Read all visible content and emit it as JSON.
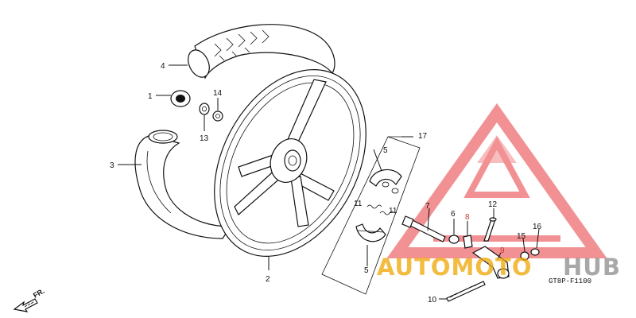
{
  "diagram": {
    "labels": {
      "part_1": "1",
      "part_2": "2",
      "part_3": "3",
      "part_4": "4",
      "part_5_top": "5",
      "part_5_bottom": "5",
      "part_6": "6",
      "part_7": "7",
      "part_8": "8",
      "part_9": "9",
      "part_10": "10",
      "part_11_left": "11",
      "part_11_right": "11",
      "part_12": "12",
      "part_13": "13",
      "part_14": "14",
      "part_15": "15",
      "part_16": "16",
      "part_17": "17"
    },
    "front_indicator": "FR.",
    "drawing_code": "GT8P-F1100"
  },
  "watermark": {
    "word_a": "AUTOMOTO",
    "word_b": "HUB",
    "colors": {
      "triangle": "#e8383d",
      "auto_text": "#f0a500",
      "hub_text": "#8c8c8c"
    }
  }
}
